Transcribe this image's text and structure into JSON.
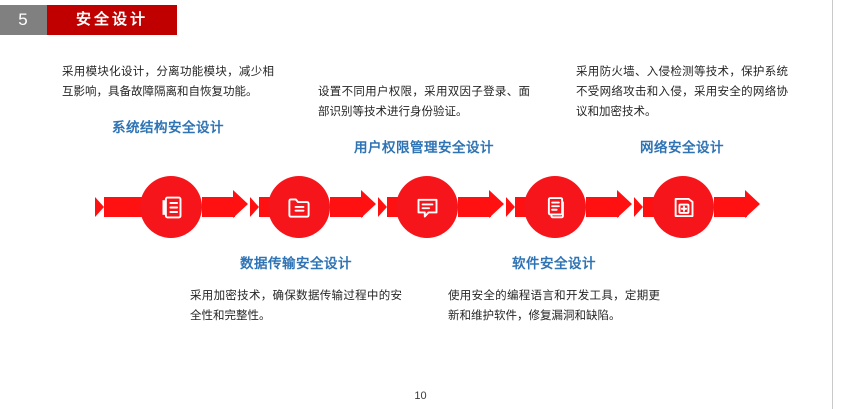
{
  "header": {
    "number": "5",
    "title": "安全设计"
  },
  "page": {
    "number": "10"
  },
  "blocks": {
    "top": [
      {
        "body": "采用模块化设计，分离功能模块，减少相互影响，具备故障隔离和自恢复功能。",
        "heading": "系统结构安全设计"
      },
      {
        "body": "设置不同用户权限，采用双因子登录、面部识别等技术进行身份验证。",
        "heading": "用户权限管理安全设计"
      },
      {
        "body": "采用防火墙、入侵检测等技术，保护系统不受网络攻击和入侵，采用安全的网络协议和加密技术。",
        "heading": "网络安全设计"
      }
    ],
    "bottom": [
      {
        "heading": "数据传输安全设计",
        "body": "采用加密技术，确保数据传输过程中的安全性和完整性。"
      },
      {
        "heading": "软件安全设计",
        "body": "使用安全的编程语言和开发工具，定期更新和维护软件，修复漏洞和缺陷。"
      }
    ]
  },
  "chain": {
    "nodes": [
      {
        "icon": "document-icon"
      },
      {
        "icon": "folder-document-icon"
      },
      {
        "icon": "chat-bubble-icon"
      },
      {
        "icon": "clipboard-icon"
      },
      {
        "icon": "first-aid-kit-icon"
      }
    ]
  },
  "colors": {
    "accent_red": "#c00000",
    "chain_red": "#f5151a",
    "heading_blue": "#2e74b5",
    "number_gray": "#808080",
    "rule_gray": "#c9c9c9"
  }
}
